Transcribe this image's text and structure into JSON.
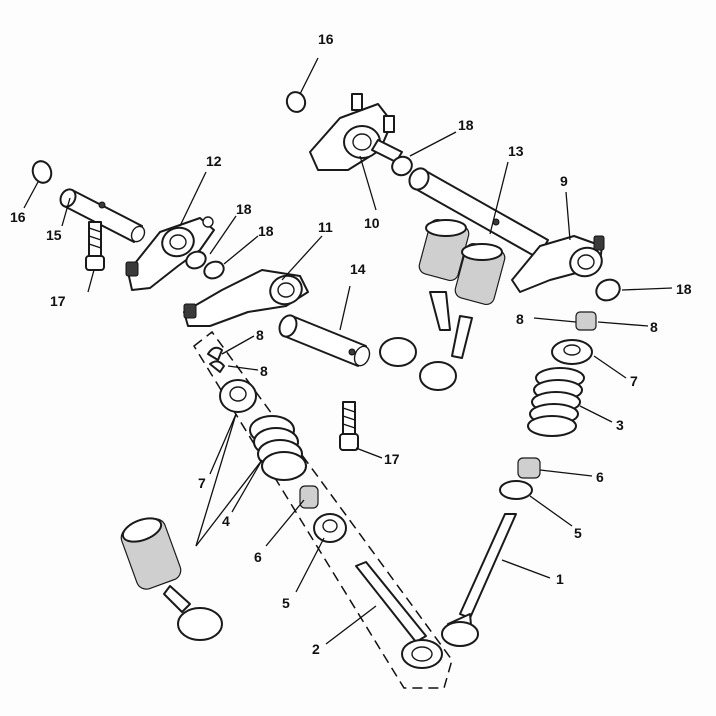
{
  "diagram": {
    "callouts": [
      {
        "id": "c16a",
        "label": "16"
      },
      {
        "id": "c16b",
        "label": "16"
      },
      {
        "id": "c18a",
        "label": "18"
      },
      {
        "id": "c18b",
        "label": "18"
      },
      {
        "id": "c18c",
        "label": "18"
      },
      {
        "id": "c18d",
        "label": "18"
      },
      {
        "id": "c12",
        "label": "12"
      },
      {
        "id": "c13",
        "label": "13"
      },
      {
        "id": "c9",
        "label": "9"
      },
      {
        "id": "c10",
        "label": "10"
      },
      {
        "id": "c11",
        "label": "11"
      },
      {
        "id": "c15",
        "label": "15"
      },
      {
        "id": "c17a",
        "label": "17"
      },
      {
        "id": "c17b",
        "label": "17"
      },
      {
        "id": "c14",
        "label": "14"
      },
      {
        "id": "c8a",
        "label": "8"
      },
      {
        "id": "c8b",
        "label": "8"
      },
      {
        "id": "c8c",
        "label": "8"
      },
      {
        "id": "c8d",
        "label": "8"
      },
      {
        "id": "c7a",
        "label": "7"
      },
      {
        "id": "c7b",
        "label": "7"
      },
      {
        "id": "c3",
        "label": "3"
      },
      {
        "id": "c6a",
        "label": "6"
      },
      {
        "id": "c6b",
        "label": "6"
      },
      {
        "id": "c5a",
        "label": "5"
      },
      {
        "id": "c5b",
        "label": "5"
      },
      {
        "id": "c4",
        "label": "4"
      },
      {
        "id": "c1",
        "label": "1"
      },
      {
        "id": "c2",
        "label": "2"
      }
    ]
  }
}
